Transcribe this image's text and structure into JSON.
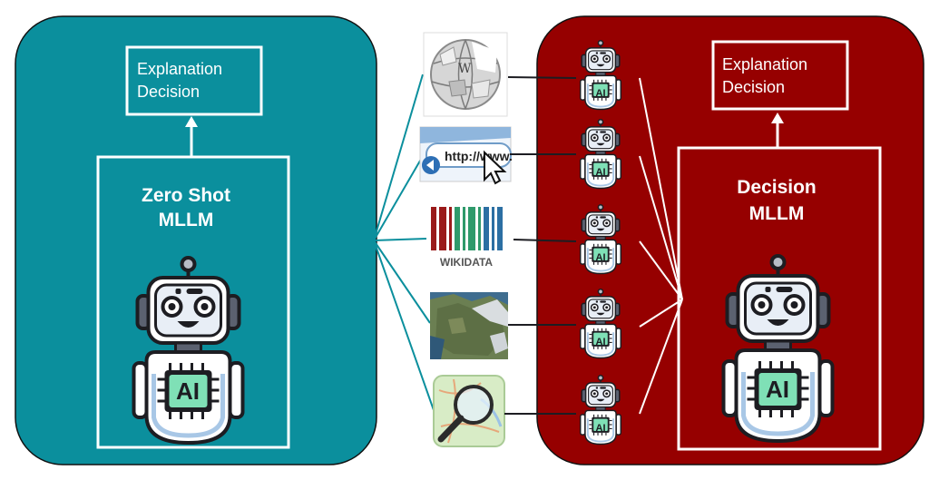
{
  "left_panel": {
    "output_line1": "Explanation",
    "output_line2": "Decision",
    "model_line1": "Zero Shot",
    "model_line2": "MLLM",
    "chip_text": "AI"
  },
  "right_panel": {
    "output_line1": "Explanation",
    "output_line2": "Decision",
    "model_line1": "Decision",
    "model_line2": "MLLM",
    "chip_text": "AI"
  },
  "sources": [
    {
      "id": "wikipedia",
      "icon": "wikipedia-globe-icon"
    },
    {
      "id": "web",
      "icon": "web-url-browser-icon",
      "text": "http://www."
    },
    {
      "id": "wikidata",
      "icon": "wikidata-barcode-icon",
      "text": "WIKIDATA"
    },
    {
      "id": "satellite",
      "icon": "satellite-image-icon"
    },
    {
      "id": "map-search",
      "icon": "map-magnifier-icon"
    }
  ],
  "agent_chip_text": "AI",
  "colors": {
    "left_panel": "#0b8f9d",
    "right_panel": "#960000",
    "robot_body": "#ffffff",
    "robot_chip": "#7fe0b6",
    "robot_dark": "#1d1d22",
    "robot_grey": "#5b6170",
    "robot_blue": "#a8c7e6"
  }
}
